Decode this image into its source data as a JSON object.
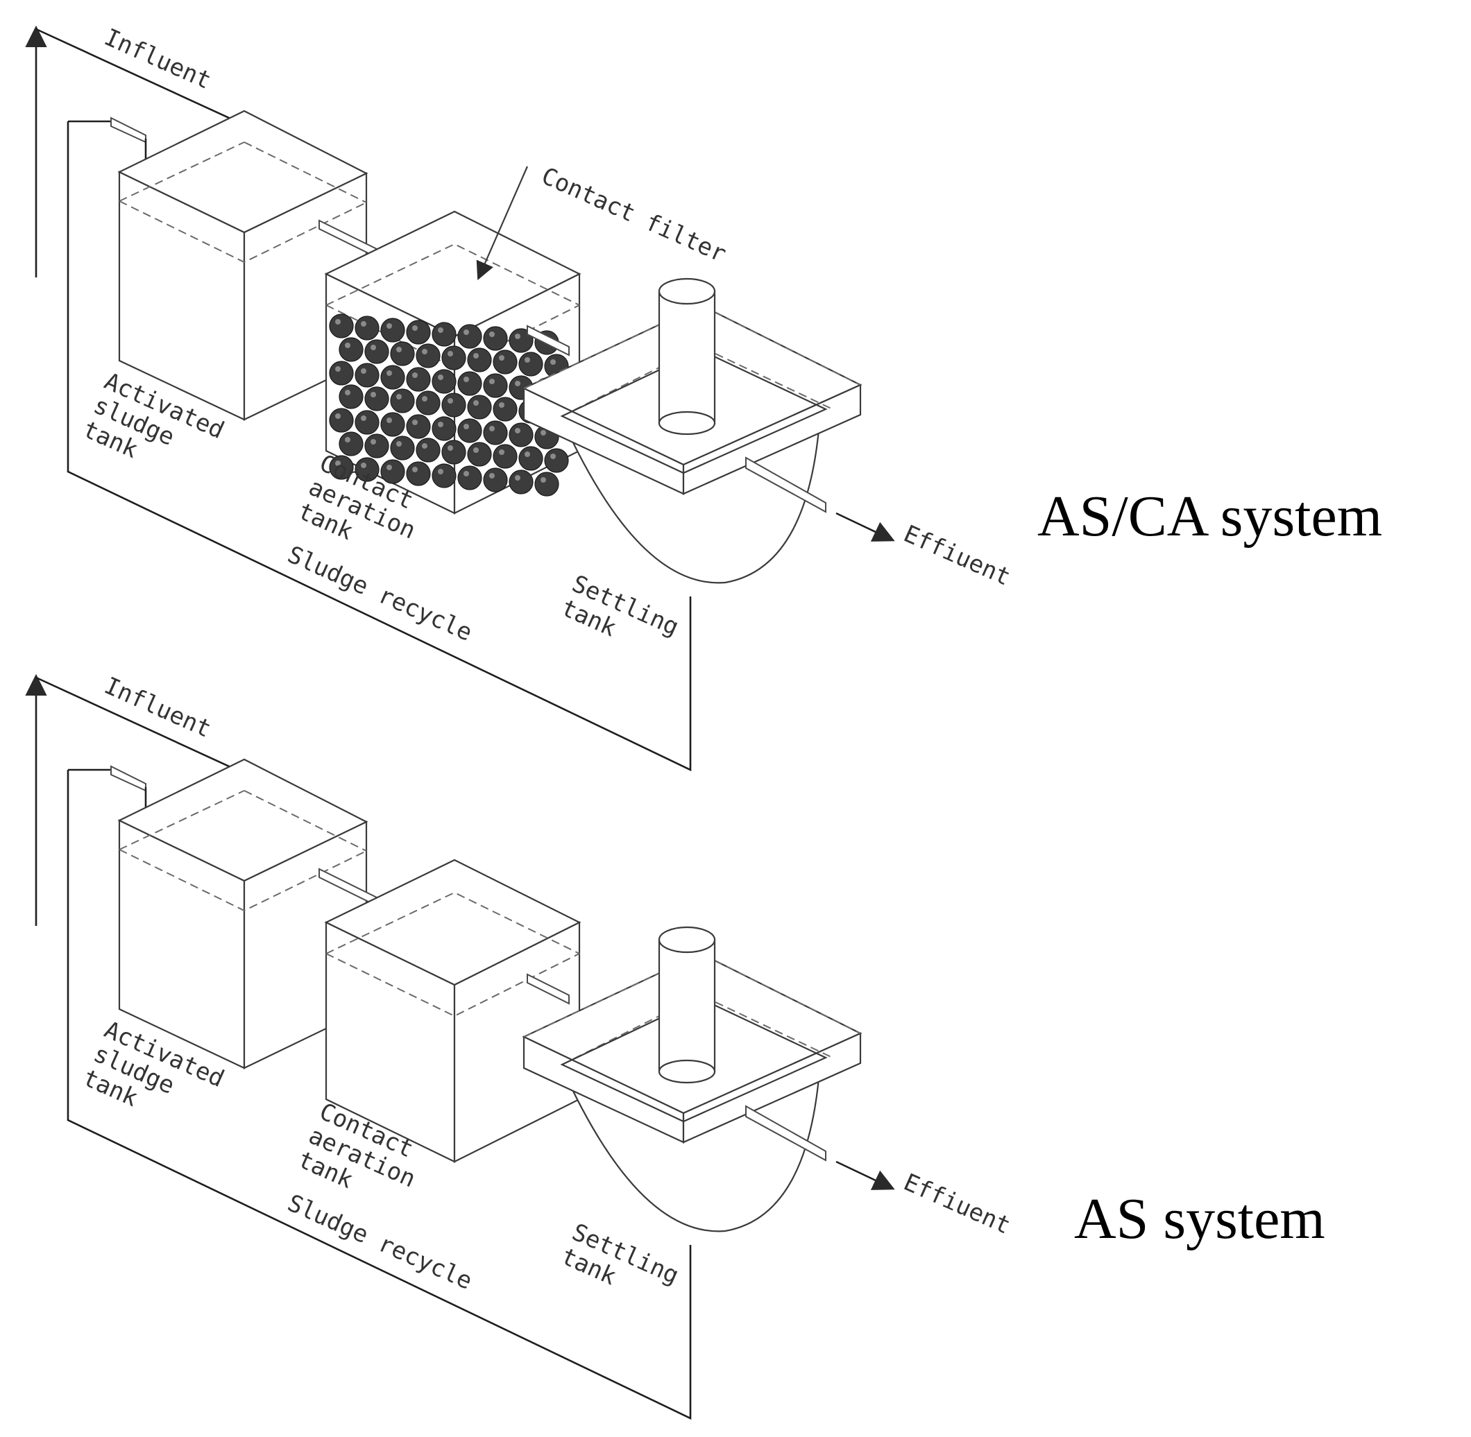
{
  "panels": [
    {
      "id": "as-ca",
      "title": "AS/CA system",
      "labels": {
        "influent": "Influent",
        "contact_filter": "Contact filter",
        "activated_sludge_tank": [
          "Activated",
          "sludge",
          "tank"
        ],
        "contact_aeration_tank": [
          "Contact",
          "aeration",
          "tank"
        ],
        "settling_tank": [
          "Settling",
          "tank"
        ],
        "sludge_recycle": "Sludge recycle",
        "effluent": "Effiuent"
      },
      "has_contact_filter": true
    },
    {
      "id": "as",
      "title": "AS system",
      "labels": {
        "influent": "Influent",
        "activated_sludge_tank": [
          "Activated",
          "sludge",
          "tank"
        ],
        "contact_aeration_tank": [
          "Contact",
          "aeration",
          "tank"
        ],
        "settling_tank": [
          "Settling",
          "tank"
        ],
        "sludge_recycle": "Sludge recycle",
        "effluent": "Effiuent"
      },
      "has_contact_filter": false
    }
  ],
  "colors": {
    "line": "#3a3a3a",
    "media": "#3c3c3c",
    "text": "#000000"
  }
}
